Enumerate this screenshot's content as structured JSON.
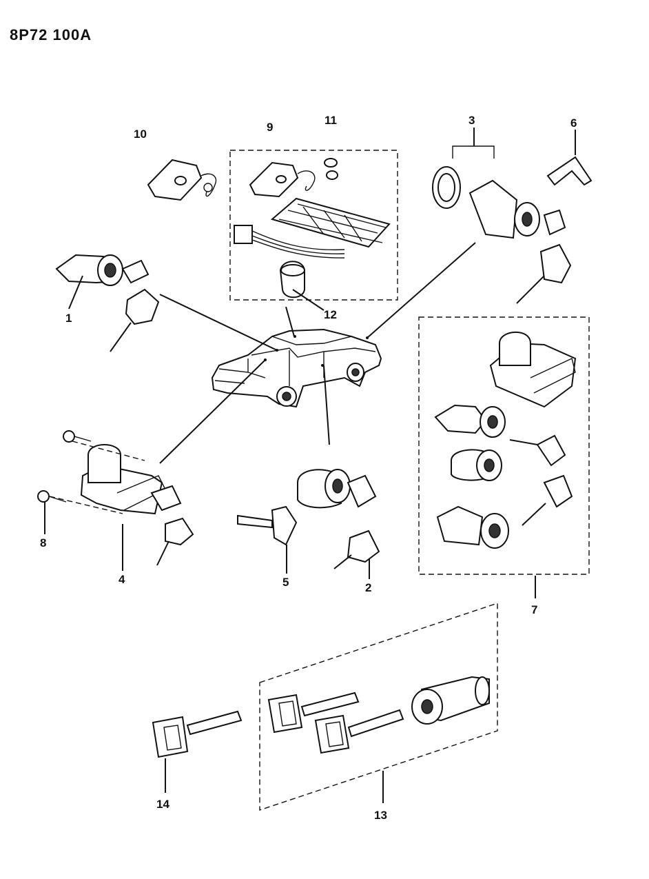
{
  "diagram_code": "8P72 100A",
  "callouts": {
    "c1": "1",
    "c2": "2",
    "c3": "3",
    "c4": "4",
    "c5": "5",
    "c6": "6",
    "c7": "7",
    "c8": "8",
    "c9": "9",
    "c10": "10",
    "c11": "11",
    "c12": "12",
    "c13": "13",
    "c14": "14"
  }
}
